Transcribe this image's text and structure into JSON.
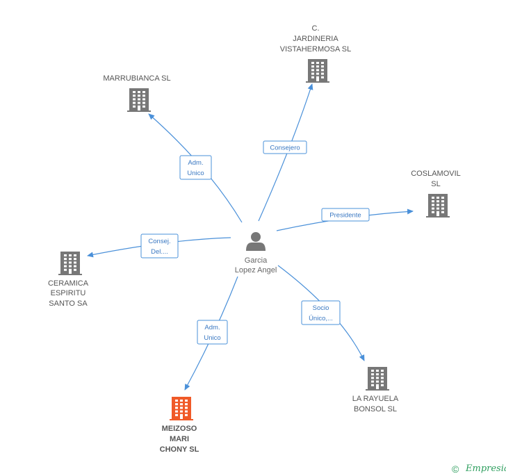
{
  "center": {
    "name_lines": [
      "Garcia",
      "Lopez Angel"
    ],
    "icon": "person-icon",
    "color": "#777777"
  },
  "companies": [
    {
      "id": "marrubianca",
      "name_lines": [
        "MARRUBIANCA SL"
      ],
      "icon": "building-icon",
      "color": "#777777",
      "highlight": false,
      "relation_lines": [
        "Adm.",
        "Unico"
      ]
    },
    {
      "id": "jardineria",
      "name_lines": [
        "C.",
        "JARDINERIA",
        "VISTAHERMOSA SL"
      ],
      "icon": "building-icon",
      "color": "#777777",
      "highlight": false,
      "relation_lines": [
        "Consejero"
      ]
    },
    {
      "id": "coslamovil",
      "name_lines": [
        "COSLAMOVIL",
        "SL"
      ],
      "icon": "building-icon",
      "color": "#777777",
      "highlight": false,
      "relation_lines": [
        "Presidente"
      ]
    },
    {
      "id": "ceramica",
      "name_lines": [
        "CERAMICA",
        "ESPIRITU",
        "SANTO SA"
      ],
      "icon": "building-icon",
      "color": "#777777",
      "highlight": false,
      "relation_lines": [
        "Consej.",
        "Del...."
      ]
    },
    {
      "id": "meizoso",
      "name_lines": [
        "MEIZOSO",
        "MARI",
        "CHONY SL"
      ],
      "icon": "building-icon",
      "color": "#f05a28",
      "highlight": true,
      "relation_lines": [
        "Adm.",
        "Unico"
      ]
    },
    {
      "id": "rayuela",
      "name_lines": [
        "LA RAYUELA",
        "BONSOL SL"
      ],
      "icon": "building-icon",
      "color": "#777777",
      "highlight": false,
      "relation_lines": [
        "Socio",
        "Único,..."
      ]
    }
  ],
  "edge_color": "#4a90d9",
  "watermark": {
    "symbol": "©",
    "brand": "Empresia"
  }
}
